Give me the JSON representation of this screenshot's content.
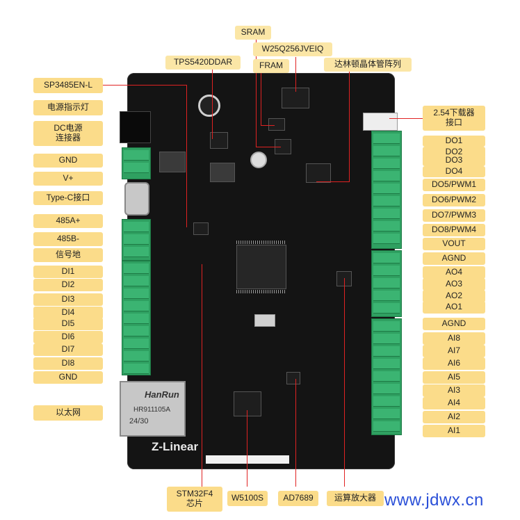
{
  "left_labels": {
    "sp3485": "SP3485EN-L",
    "power_led": "电源指示灯",
    "dc_connector": "DC电源\n连接器",
    "gnd_top": "GND",
    "vplus": "V+",
    "typec": "Type-C接口",
    "a485": "485A+",
    "b485": "485B-",
    "signal_gnd": "信号地",
    "di1": "DI1",
    "di2": "DI2",
    "di3": "DI3",
    "di4": "DI4",
    "di5": "DI5",
    "di6": "DI6",
    "di7": "DI7",
    "di8": "DI8",
    "gnd_bottom": "GND",
    "ethernet": "以太网"
  },
  "top_labels": {
    "sram": "SRAM",
    "w25q": "W25Q256JVEIQ",
    "tps": "TPS5420DDAR",
    "fram": "FRAM",
    "darlington": "达林顿晶体管阵列"
  },
  "right_labels": {
    "downloader": "2.54下载器\n接口",
    "do1": "DO1",
    "do2": "DO2",
    "do3": "DO3",
    "do4": "DO4",
    "do5": "DO5/PWM1",
    "do6": "DO6/PWM2",
    "do7": "DO7/PWM3",
    "do8": "DO8/PWM4",
    "vout": "VOUT",
    "agnd1": "AGND",
    "ao4": "AO4",
    "ao3": "AO3",
    "ao2": "AO2",
    "ao1": "AO1",
    "agnd2": "AGND",
    "ai8": "AI8",
    "ai7": "AI7",
    "ai6": "AI6",
    "ai5": "AI5",
    "ai3": "AI3",
    "ai4": "AI4",
    "ai2": "AI2",
    "ai1": "AI1"
  },
  "bottom_labels": {
    "stm32": "STM32F4\n芯片",
    "w5100": "W5100S",
    "ad7689": "AD7689",
    "opamp": "运算放大器"
  },
  "board": {
    "brand": "Z-Linear",
    "rj45_brand": "HanRun",
    "rj45_model": "HR911105A",
    "rj45_date": "24/30"
  },
  "watermark": "www.jdwx.cn",
  "colors": {
    "label_bg": "#fbdc8a",
    "lead": "#e02222",
    "board": "#141414",
    "terminal": "#2fa061",
    "watermark": "#2b50d8"
  }
}
